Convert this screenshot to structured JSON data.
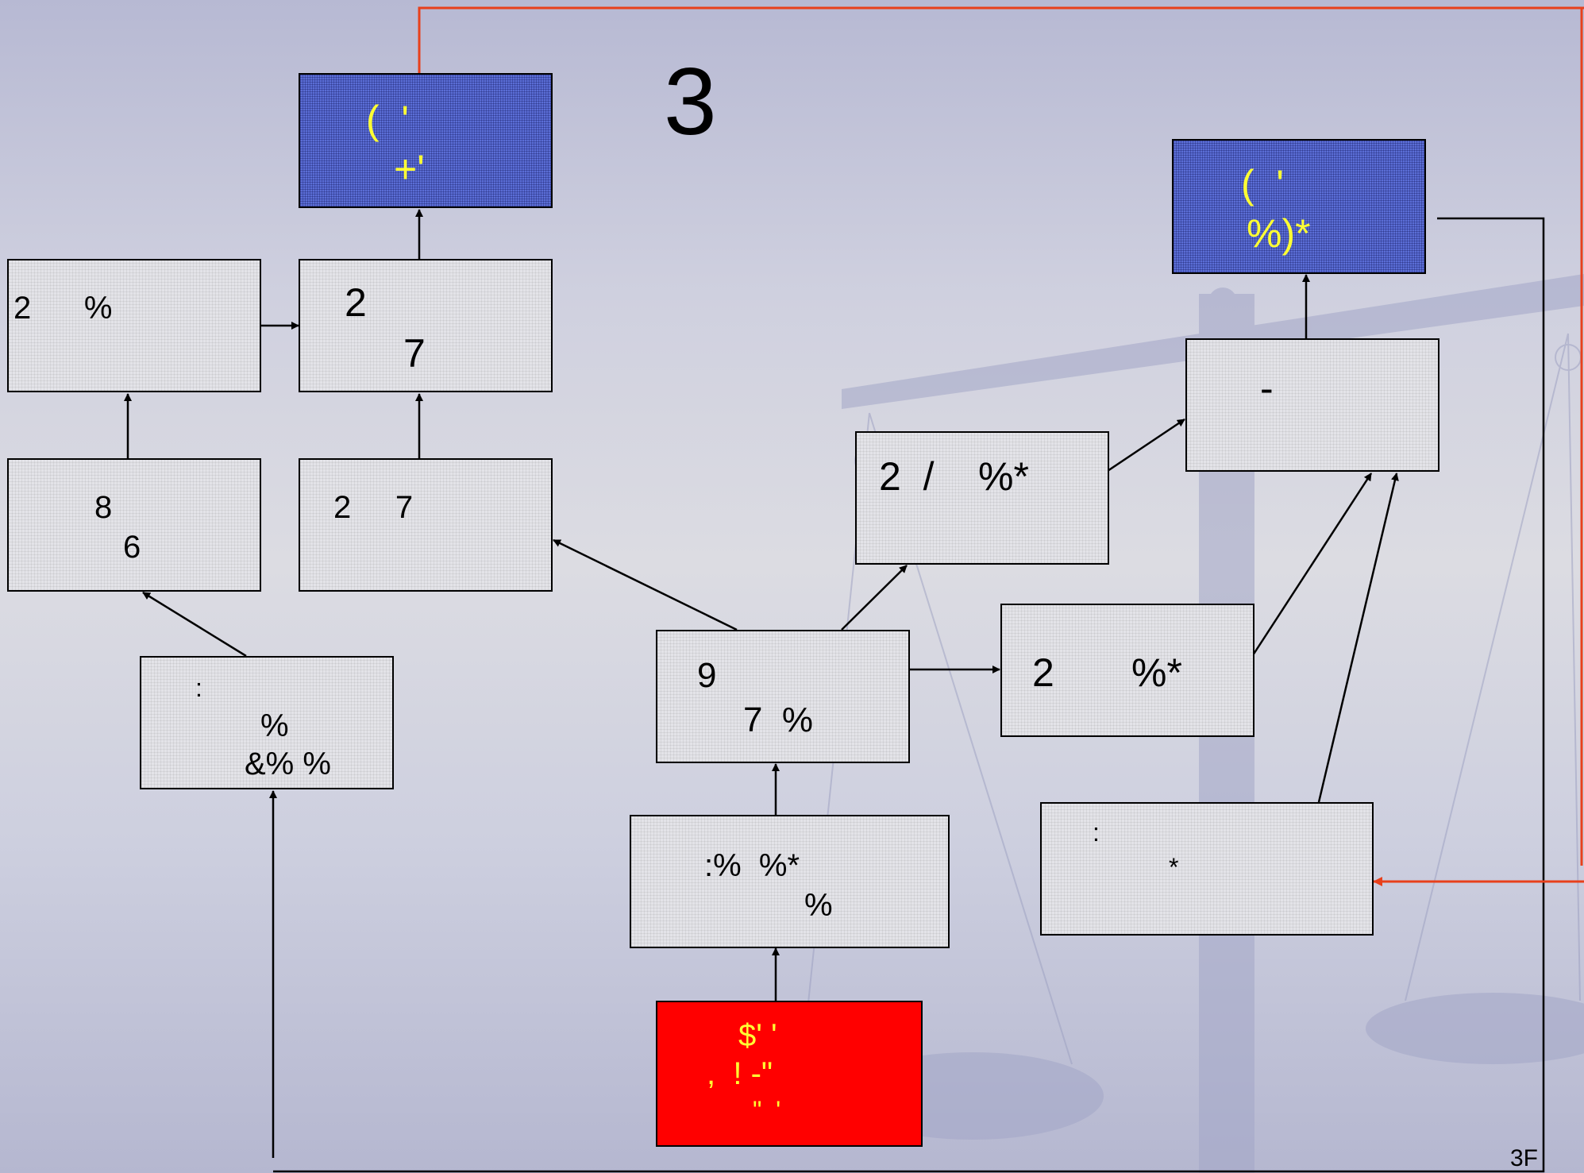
{
  "title": "3",
  "page_number": "3F",
  "colors": {
    "blue_box": "#5b6ed6",
    "red_box": "#ff0000",
    "box_text_on_color": "#ffff33",
    "feedback_arrow": "#e8401c"
  },
  "boxes": {
    "top_goal": [
      "(  '",
      "+'"
    ],
    "right_goal": [
      "(  '",
      "%)*"
    ],
    "box_r2a": [
      "2      %"
    ],
    "box_r2b": [
      "2",
      "7"
    ],
    "box_r3a": [
      "8",
      "6"
    ],
    "box_r3b": [
      "2     7"
    ],
    "box_left_source": [
      ":",
      "%",
      "&% %"
    ],
    "box_center_hub": [
      "9",
      "7  %"
    ],
    "box_slash": [
      "2  /    %*"
    ],
    "box_dash": [
      "-"
    ],
    "box_mid_right": [
      "2       %*"
    ],
    "box_star": [
      ":",
      "*"
    ],
    "box_center_lower": [
      ":%  %*",
      "%"
    ],
    "start_box": [
      "$' '",
      ",  ! -\"",
      "\"  '"
    ]
  }
}
